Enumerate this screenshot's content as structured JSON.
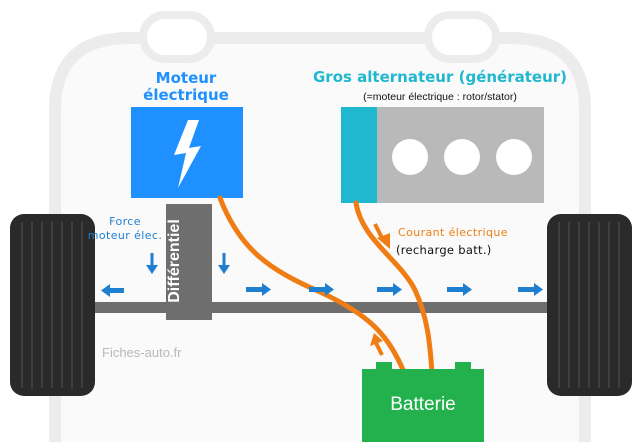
{
  "labels": {
    "motor_title": "Moteur électrique",
    "alternator_title": "Gros alternateur (générateur)",
    "alternator_subtitle": "(=moteur électrique : rotor/stator)",
    "force": "Force moteur élec.",
    "courant": "Courant électrique",
    "recharge": "(recharge batt.)",
    "differential": "Différentiel",
    "battery": "Batterie",
    "watermark": "Fiches-auto.fr"
  },
  "colors": {
    "motor_blue": "#1e90ff",
    "alternator_cyan": "#1fb8cf",
    "arrow_blue": "#1e7fd0",
    "wire_orange": "#f07d14",
    "battery_green": "#22b14c",
    "axle_gray": "#6e6e6e",
    "wheel_dark": "#2a2a2a",
    "alternator_gray": "#b9b9b9"
  },
  "icons": {
    "motor": "lightning-bolt-icon"
  }
}
